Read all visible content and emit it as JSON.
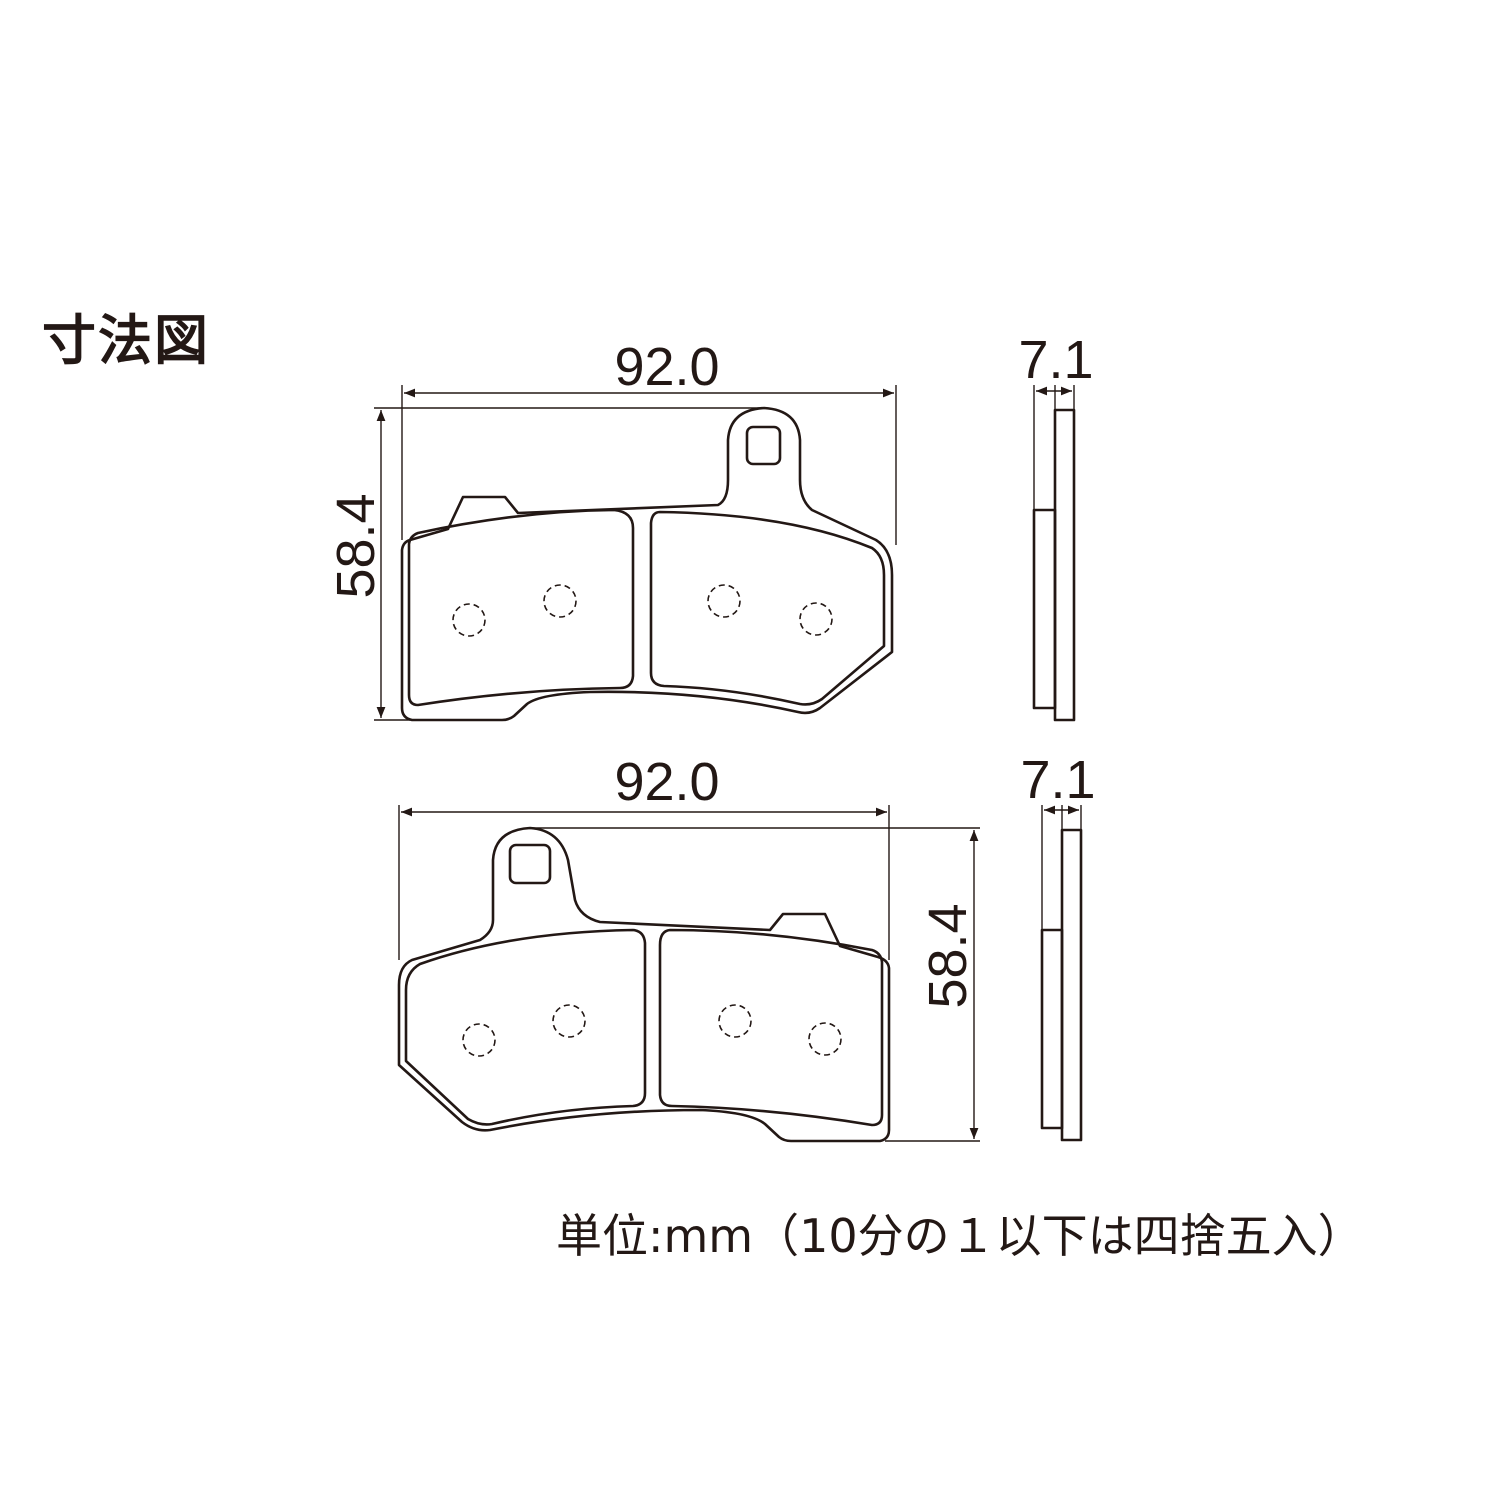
{
  "title": "寸法図",
  "note": "単位:mm（10分の１以下は四捨五入）",
  "top_pad": {
    "width_label": "92.0",
    "height_label": "58.4",
    "thickness_label": "7.1"
  },
  "bottom_pad": {
    "width_label": "92.0",
    "height_label": "58.4",
    "thickness_label": "7.1"
  },
  "colors": {
    "line": "#231815",
    "background": "#ffffff"
  }
}
